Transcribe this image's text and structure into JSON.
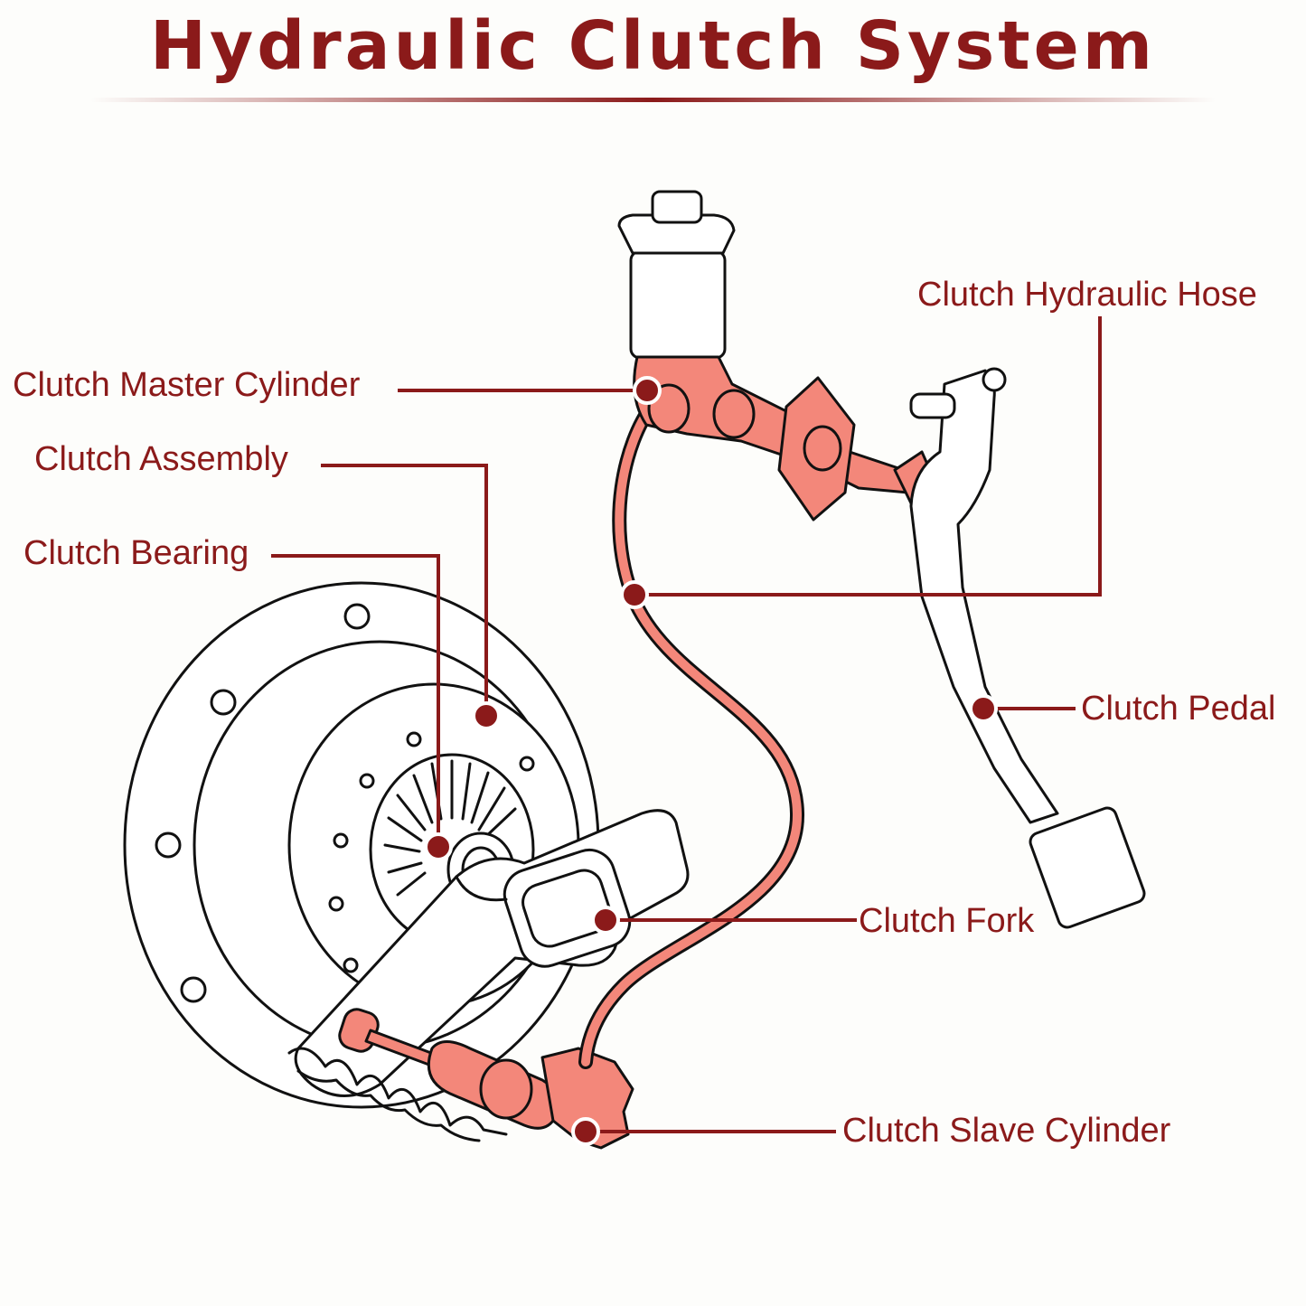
{
  "title": "Hydraulic Clutch System",
  "colors": {
    "accent": "#8b1a1a",
    "highlight": "#f3877a",
    "background": "#fdfdfb"
  },
  "labels": {
    "master_cylinder": "Clutch Master Cylinder",
    "assembly": "Clutch Assembly",
    "bearing": "Clutch Bearing",
    "hose": "Clutch Hydraulic Hose",
    "pedal": "Clutch Pedal",
    "fork": "Clutch Fork",
    "slave_cylinder": "Clutch Slave Cylinder"
  }
}
